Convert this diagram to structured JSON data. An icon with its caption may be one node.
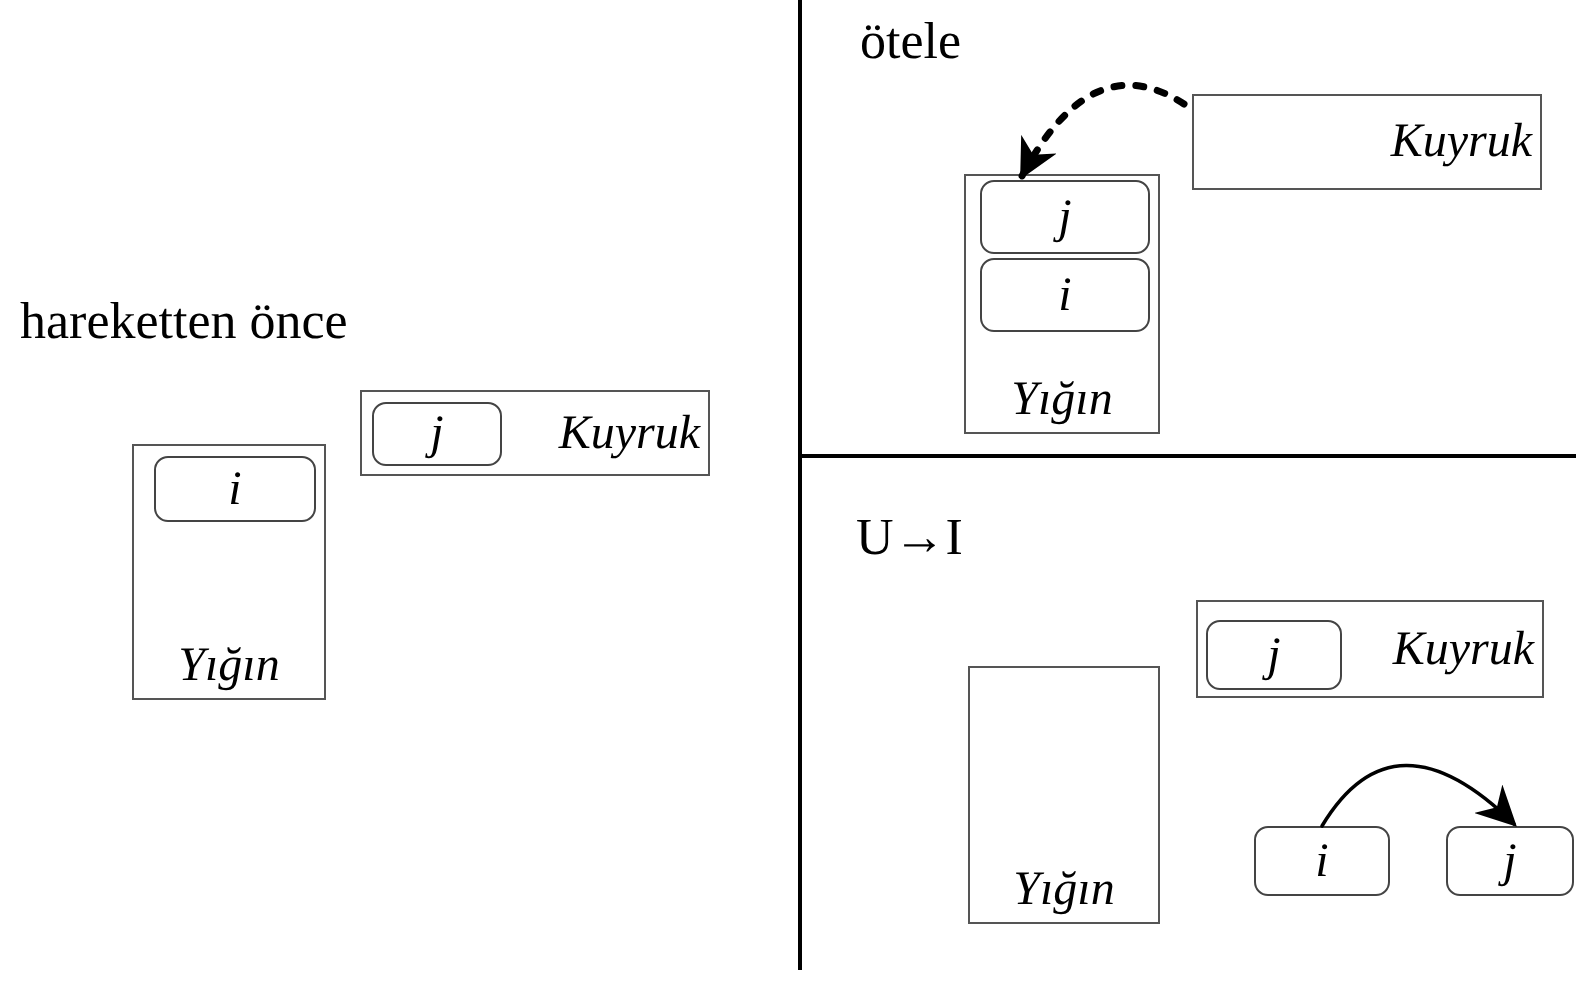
{
  "diagram": {
    "nodes": [
      {
        "text": [
          "Yığın"
        ]
      },
      {
        "text": [
          "i"
        ],
        "in": 0
      },
      {
        "text": [
          "Kuyruk"
        ]
      },
      {
        "text": [
          "j"
        ],
        "in": 2
      },
      {
        "text": [
          "Kuyruk"
        ]
      },
      {
        "text": [
          "Yığın"
        ]
      },
      {
        "text": [
          "j"
        ],
        "in": 5
      },
      {
        "text": [
          "i"
        ],
        "in": 5
      },
      {
        "text": [
          "Yığın"
        ]
      },
      {
        "text": [
          "Kuyruk"
        ]
      },
      {
        "text": [
          "j"
        ],
        "in": 9
      },
      {
        "text": [
          "i"
        ]
      },
      {
        "text": [
          "j"
        ]
      }
    ],
    "edges": [
      {
        "from": 4,
        "to": 6,
        "arrow": "to",
        "style": "dashed"
      },
      {
        "from": 11,
        "to": 12,
        "arrow": "to"
      }
    ],
    "labels": [
      "hareketten önce",
      "ötele",
      "U→I"
    ]
  }
}
